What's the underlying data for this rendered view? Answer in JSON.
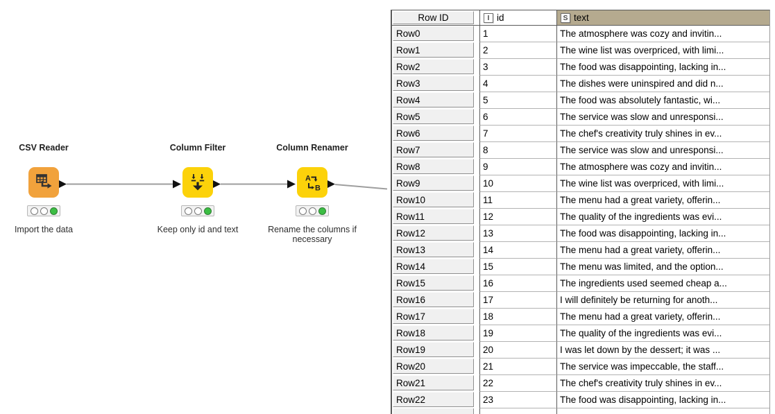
{
  "app": "KNIME workflow with table view",
  "workflow": {
    "nodes": [
      {
        "title": "CSV Reader",
        "caption": "Import the data",
        "icon": "csv-reader-icon",
        "color": "#F1A23C",
        "status_light": "green"
      },
      {
        "title": "Column Filter",
        "caption": "Keep only id and text",
        "icon": "column-filter-icon",
        "color": "#FCD20A",
        "status_light": "green"
      },
      {
        "title": "Column Renamer",
        "caption": "Rename the columns if necessary",
        "icon": "column-renamer-icon",
        "color": "#FCD20A",
        "status_light": "green"
      }
    ]
  },
  "table": {
    "columns": [
      {
        "name": "Row ID",
        "type_icon": ""
      },
      {
        "name": "id",
        "type_icon": "I",
        "type": "integer"
      },
      {
        "name": "text",
        "type_icon": "S",
        "type": "string",
        "header_selected": true
      }
    ],
    "rows": [
      {
        "row_id": "Row0",
        "id": "1",
        "text": "The atmosphere was cozy and invitin..."
      },
      {
        "row_id": "Row1",
        "id": "2",
        "text": "The wine list was overpriced, with limi..."
      },
      {
        "row_id": "Row2",
        "id": "3",
        "text": "The food was disappointing, lacking in..."
      },
      {
        "row_id": "Row3",
        "id": "4",
        "text": "The dishes were uninspired and did n..."
      },
      {
        "row_id": "Row4",
        "id": "5",
        "text": "The food was absolutely fantastic, wi..."
      },
      {
        "row_id": "Row5",
        "id": "6",
        "text": "The service was slow and unresponsi..."
      },
      {
        "row_id": "Row6",
        "id": "7",
        "text": "The chef's creativity truly shines in ev..."
      },
      {
        "row_id": "Row7",
        "id": "8",
        "text": "The service was slow and unresponsi..."
      },
      {
        "row_id": "Row8",
        "id": "9",
        "text": "The atmosphere was cozy and invitin..."
      },
      {
        "row_id": "Row9",
        "id": "10",
        "text": "The wine list was overpriced, with limi..."
      },
      {
        "row_id": "Row10",
        "id": "11",
        "text": "The menu had a great variety, offerin..."
      },
      {
        "row_id": "Row11",
        "id": "12",
        "text": "The quality of the ingredients was evi..."
      },
      {
        "row_id": "Row12",
        "id": "13",
        "text": "The food was disappointing, lacking in..."
      },
      {
        "row_id": "Row13",
        "id": "14",
        "text": "The menu had a great variety, offerin..."
      },
      {
        "row_id": "Row14",
        "id": "15",
        "text": "The menu was limited, and the option..."
      },
      {
        "row_id": "Row15",
        "id": "16",
        "text": "The ingredients used seemed cheap a..."
      },
      {
        "row_id": "Row16",
        "id": "17",
        "text": "I will definitely be returning for anoth..."
      },
      {
        "row_id": "Row17",
        "id": "18",
        "text": "The menu had a great variety, offerin..."
      },
      {
        "row_id": "Row18",
        "id": "19",
        "text": "The quality of the ingredients was evi..."
      },
      {
        "row_id": "Row19",
        "id": "20",
        "text": "I was let down by the dessert; it was ..."
      },
      {
        "row_id": "Row20",
        "id": "21",
        "text": "The service was impeccable, the staff..."
      },
      {
        "row_id": "Row21",
        "id": "22",
        "text": "The chef's creativity truly shines in ev..."
      },
      {
        "row_id": "Row22",
        "id": "23",
        "text": "The food was disappointing, lacking in..."
      }
    ]
  },
  "colors": {
    "source_node": "#F1A23C",
    "manipulator_node": "#FCD20A",
    "status_green": "#3CBE44",
    "selected_header": "#B5AA8F",
    "connection": "#9E9E9E"
  }
}
